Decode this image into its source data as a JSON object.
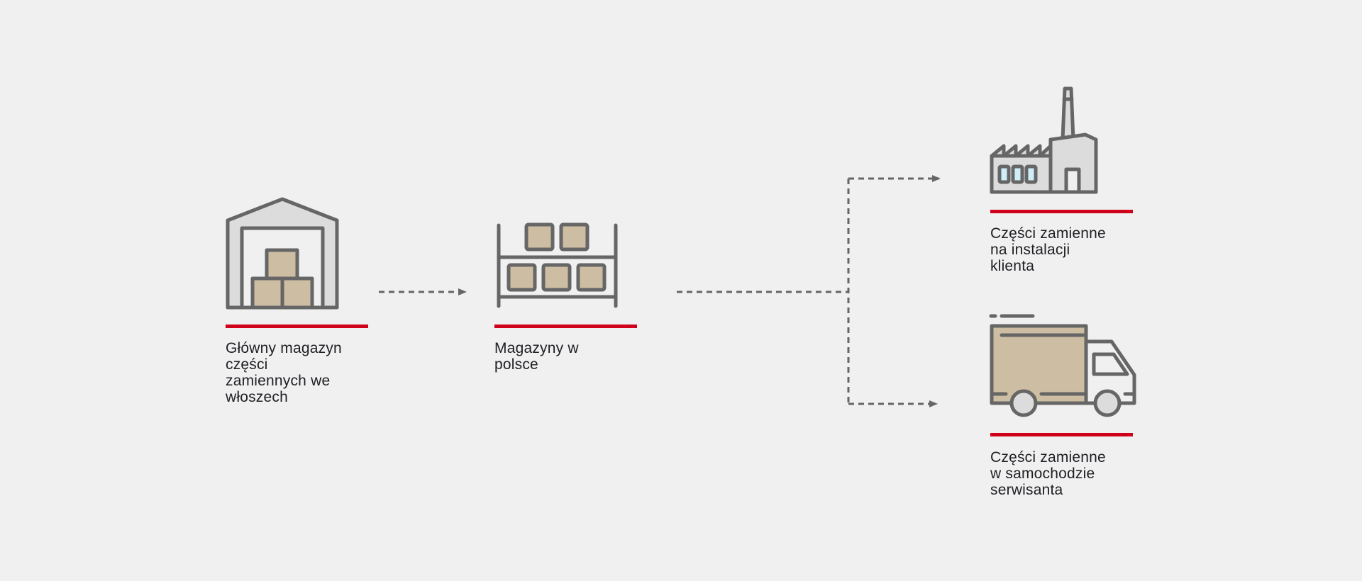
{
  "nodes": [
    {
      "id": "main-warehouse",
      "icon": "warehouse-icon",
      "label_lines": [
        "Główny magazyn",
        "części",
        "zamiennych we",
        "włoszech"
      ]
    },
    {
      "id": "local-warehouses",
      "icon": "shelf-icon",
      "label_lines": [
        "Magazyny w",
        "polsce"
      ]
    },
    {
      "id": "customer-site",
      "icon": "factory-icon",
      "label_lines": [
        "Części zamienne",
        "na instalacji",
        "klienta"
      ]
    },
    {
      "id": "service-van",
      "icon": "truck-icon",
      "label_lines": [
        "Części zamienne",
        "w samochodzie",
        "serwisanta"
      ]
    }
  ],
  "colors": {
    "background": "#f0f0f0",
    "stroke": "#666666",
    "accent_red": "#d0021b",
    "box_fill": "#cdbda2",
    "light_fill": "#dcdcdc",
    "window_fill": "#cfeef8",
    "text": "#1f1f24"
  }
}
